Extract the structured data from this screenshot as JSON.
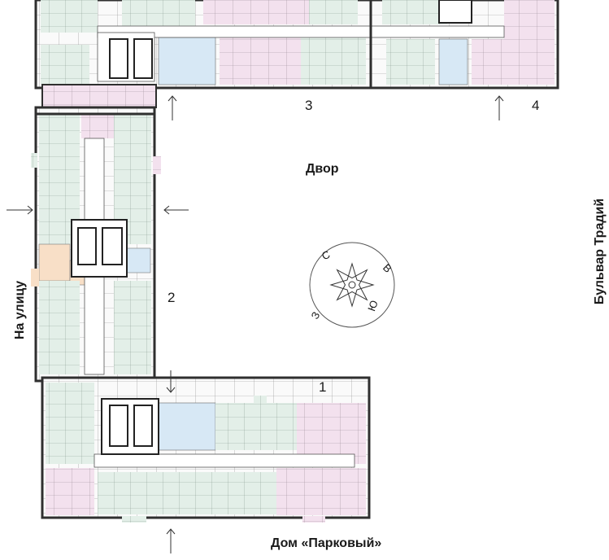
{
  "plan": {
    "building_sections": [
      "1",
      "2",
      "3",
      "4"
    ],
    "courtyard_label": "Двор",
    "street_bottom": "Дом «Парковый»",
    "street_left": "На улицу",
    "street_right": "Бульвар Традий"
  },
  "compass": {
    "north": "С",
    "east": "В",
    "south": "Ю",
    "west": "З"
  },
  "colors": {
    "wall": "#2f2f2f",
    "room_green": "#e3efe8",
    "room_pink": "#f3e1ee",
    "room_blue": "#d7e8f5",
    "room_orange": "#f8dfc7",
    "corridor": "#ffffff",
    "line": "#444444"
  },
  "icons": [
    "entrance-arrow-icon",
    "compass-rose-icon"
  ]
}
